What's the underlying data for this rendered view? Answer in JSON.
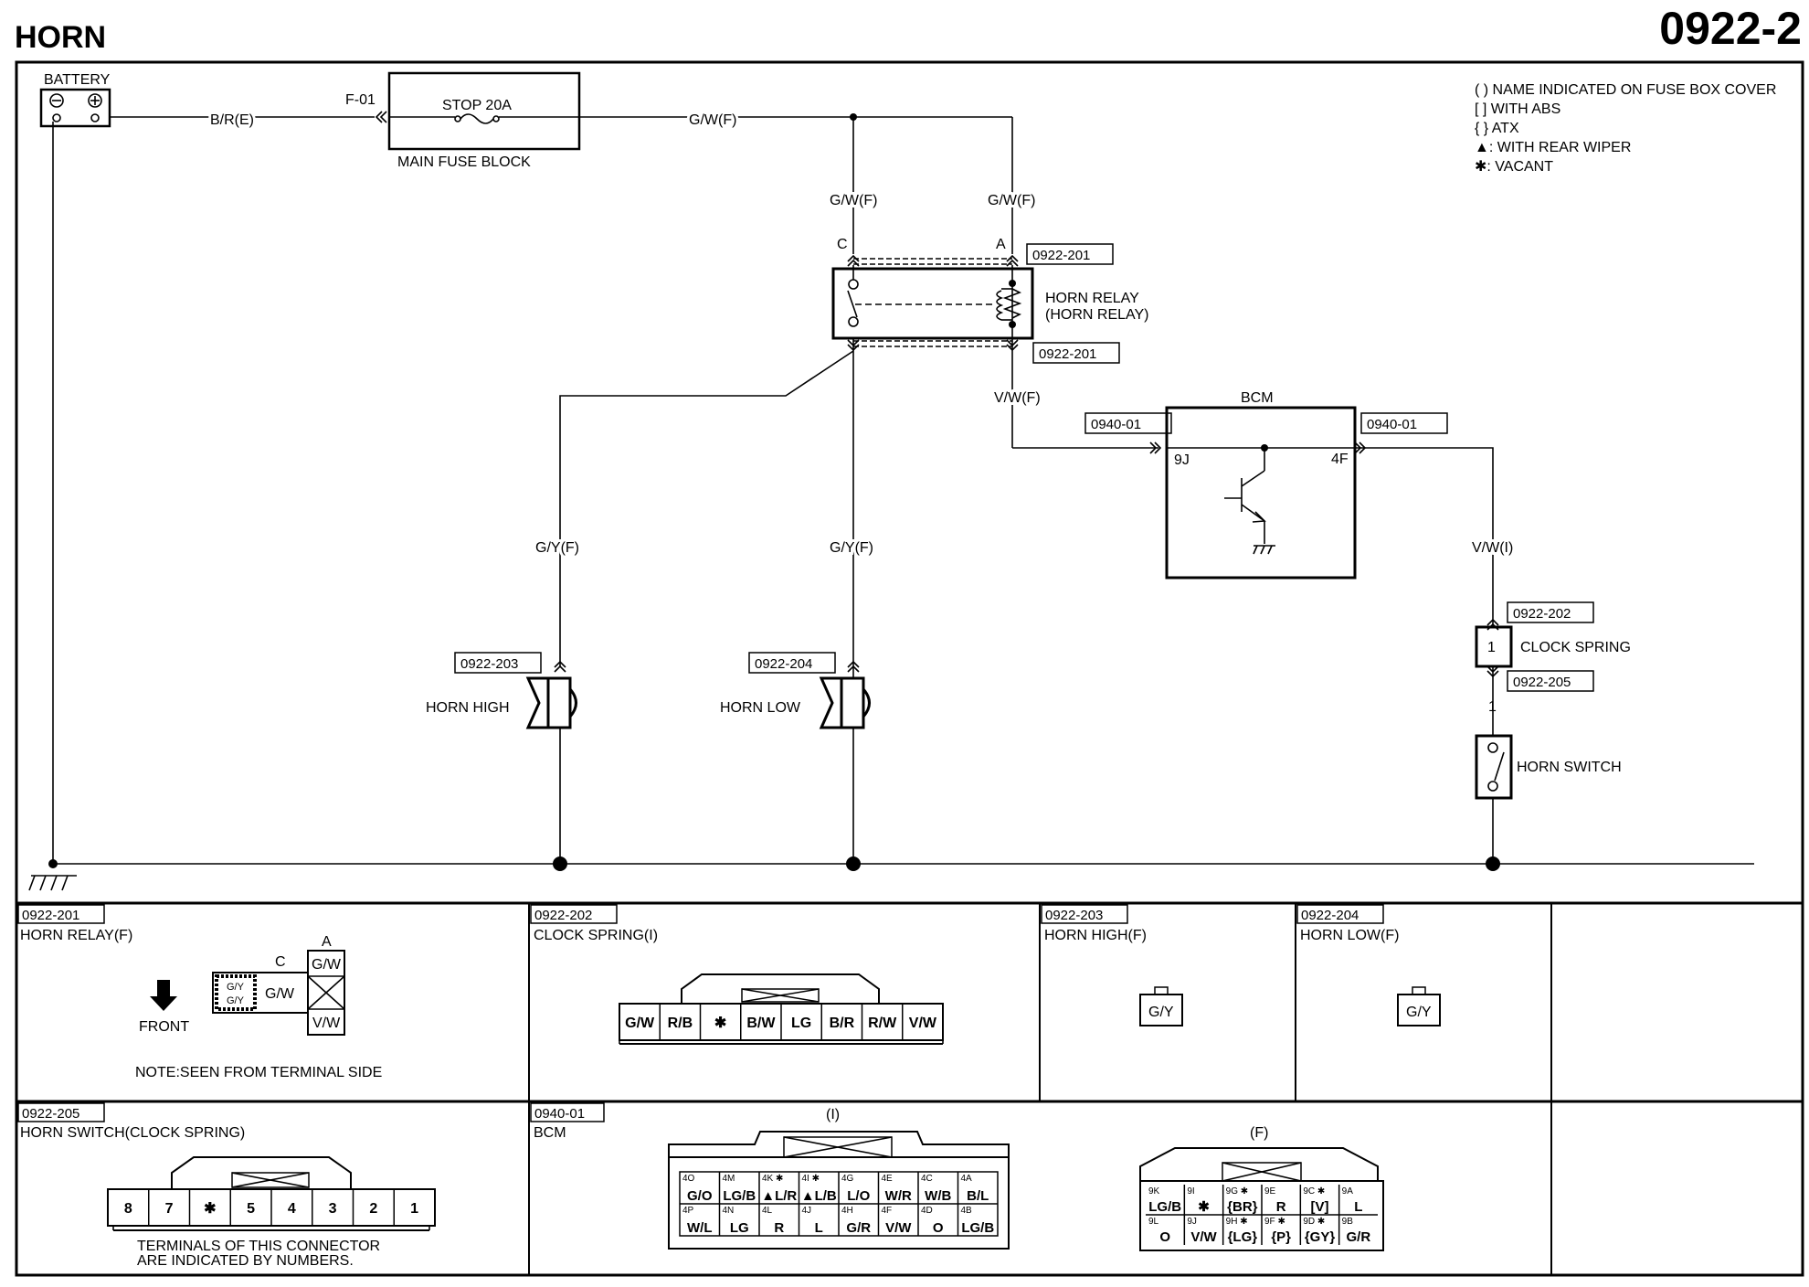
{
  "page": {
    "title": "HORN",
    "number": "0922-2"
  },
  "legend": [
    "( ) NAME INDICATED ON FUSE BOX COVER",
    "[ ] WITH ABS",
    "{ } ATX",
    "▲: WITH REAR WIPER",
    "✱: VACANT"
  ],
  "battery": {
    "label": "BATTERY"
  },
  "fuse": {
    "label": "STOP 20A",
    "block": "MAIN FUSE BLOCK",
    "terminal": "F-01"
  },
  "wires": {
    "batt_fuse": "B/R(E)",
    "fuse_out": "G/W(F)",
    "relay_c": "G/W(F)",
    "relay_a": "G/W(F)",
    "relay_bcm": "V/W(F)",
    "horn_high": "G/Y(F)",
    "horn_low": "G/Y(F)",
    "bcm_clock": "V/W(I)"
  },
  "relay": {
    "line1": "HORN RELAY",
    "line2": "(HORN RELAY)",
    "conn_top": "0922-201",
    "conn_bot": "0922-201",
    "pin_c": "C",
    "pin_a": "A"
  },
  "bcm": {
    "label": "BCM",
    "conn_left": "0940-01",
    "conn_right": "0940-01",
    "pin_left": "9J",
    "pin_right": "4F"
  },
  "clock_spring": {
    "label": "CLOCK SPRING",
    "conn_top": "0922-202",
    "conn_bot": "0922-205",
    "pin": "1",
    "pin_below": "1"
  },
  "horn_switch": {
    "label": "HORN SWITCH"
  },
  "horn_high": {
    "label": "HORN HIGH",
    "conn": "0922-203"
  },
  "horn_low": {
    "label": "HORN LOW",
    "conn": "0922-204"
  },
  "connectors": {
    "c201": {
      "id": "0922-201",
      "name": "HORN RELAY(F)",
      "front": "FRONT",
      "note": "NOTE:SEEN FROM TERMINAL SIDE",
      "pin_c": "C",
      "pin_a": "A",
      "gy1": "G/Y",
      "gy2": "G/Y",
      "gw_mid": "G/W",
      "gw_top": "G/W",
      "vw": "V/W"
    },
    "c202": {
      "id": "0922-202",
      "name": "CLOCK SPRING(I)",
      "pins": [
        "G/W",
        "R/B",
        "✱",
        "B/W",
        "LG",
        "B/R",
        "R/W",
        "V/W"
      ]
    },
    "c203": {
      "id": "0922-203",
      "name": "HORN HIGH(F)",
      "pin": "G/Y"
    },
    "c204": {
      "id": "0922-204",
      "name": "HORN LOW(F)",
      "pin": "G/Y"
    },
    "c205": {
      "id": "0922-205",
      "name": "HORN SWITCH(CLOCK SPRING)",
      "pins": [
        "8",
        "7",
        "✱",
        "5",
        "4",
        "3",
        "2",
        "1"
      ],
      "note1": "TERMINALS OF THIS CONNECTOR",
      "note2": "ARE INDICATED BY NUMBERS."
    },
    "c9401": {
      "id": "0940-01",
      "name": "BCM",
      "left_label": "(I)",
      "right_label": "(F)",
      "left_top": [
        {
          "n": "4O",
          "w": "G/O"
        },
        {
          "n": "4M",
          "w": "LG/B"
        },
        {
          "n": "4K ✱",
          "w": "▲L/R"
        },
        {
          "n": "4I ✱",
          "w": "▲L/B"
        },
        {
          "n": "4G",
          "w": "L/O"
        },
        {
          "n": "4E",
          "w": "W/R"
        },
        {
          "n": "4C",
          "w": "W/B"
        },
        {
          "n": "4A",
          "w": "B/L"
        }
      ],
      "left_bot": [
        {
          "n": "4P",
          "w": "W/L"
        },
        {
          "n": "4N",
          "w": "LG"
        },
        {
          "n": "4L",
          "w": "R"
        },
        {
          "n": "4J",
          "w": "L"
        },
        {
          "n": "4H",
          "w": "G/R"
        },
        {
          "n": "4F",
          "w": "V/W"
        },
        {
          "n": "4D",
          "w": "O"
        },
        {
          "n": "4B",
          "w": "LG/B"
        }
      ],
      "right_top": [
        {
          "n": "9K",
          "w": "LG/B"
        },
        {
          "n": "9I",
          "w": "✱"
        },
        {
          "n": "9G ✱",
          "w": "{BR}"
        },
        {
          "n": "9E",
          "w": "R"
        },
        {
          "n": "9C ✱",
          "w": "[V]"
        },
        {
          "n": "9A",
          "w": "L"
        }
      ],
      "right_bot": [
        {
          "n": "9L",
          "w": "O"
        },
        {
          "n": "9J",
          "w": "V/W"
        },
        {
          "n": "9H ✱",
          "w": "{LG}"
        },
        {
          "n": "9F ✱",
          "w": "{P}"
        },
        {
          "n": "9D ✱",
          "w": "{GY}"
        },
        {
          "n": "9B",
          "w": "G/R"
        }
      ]
    }
  }
}
